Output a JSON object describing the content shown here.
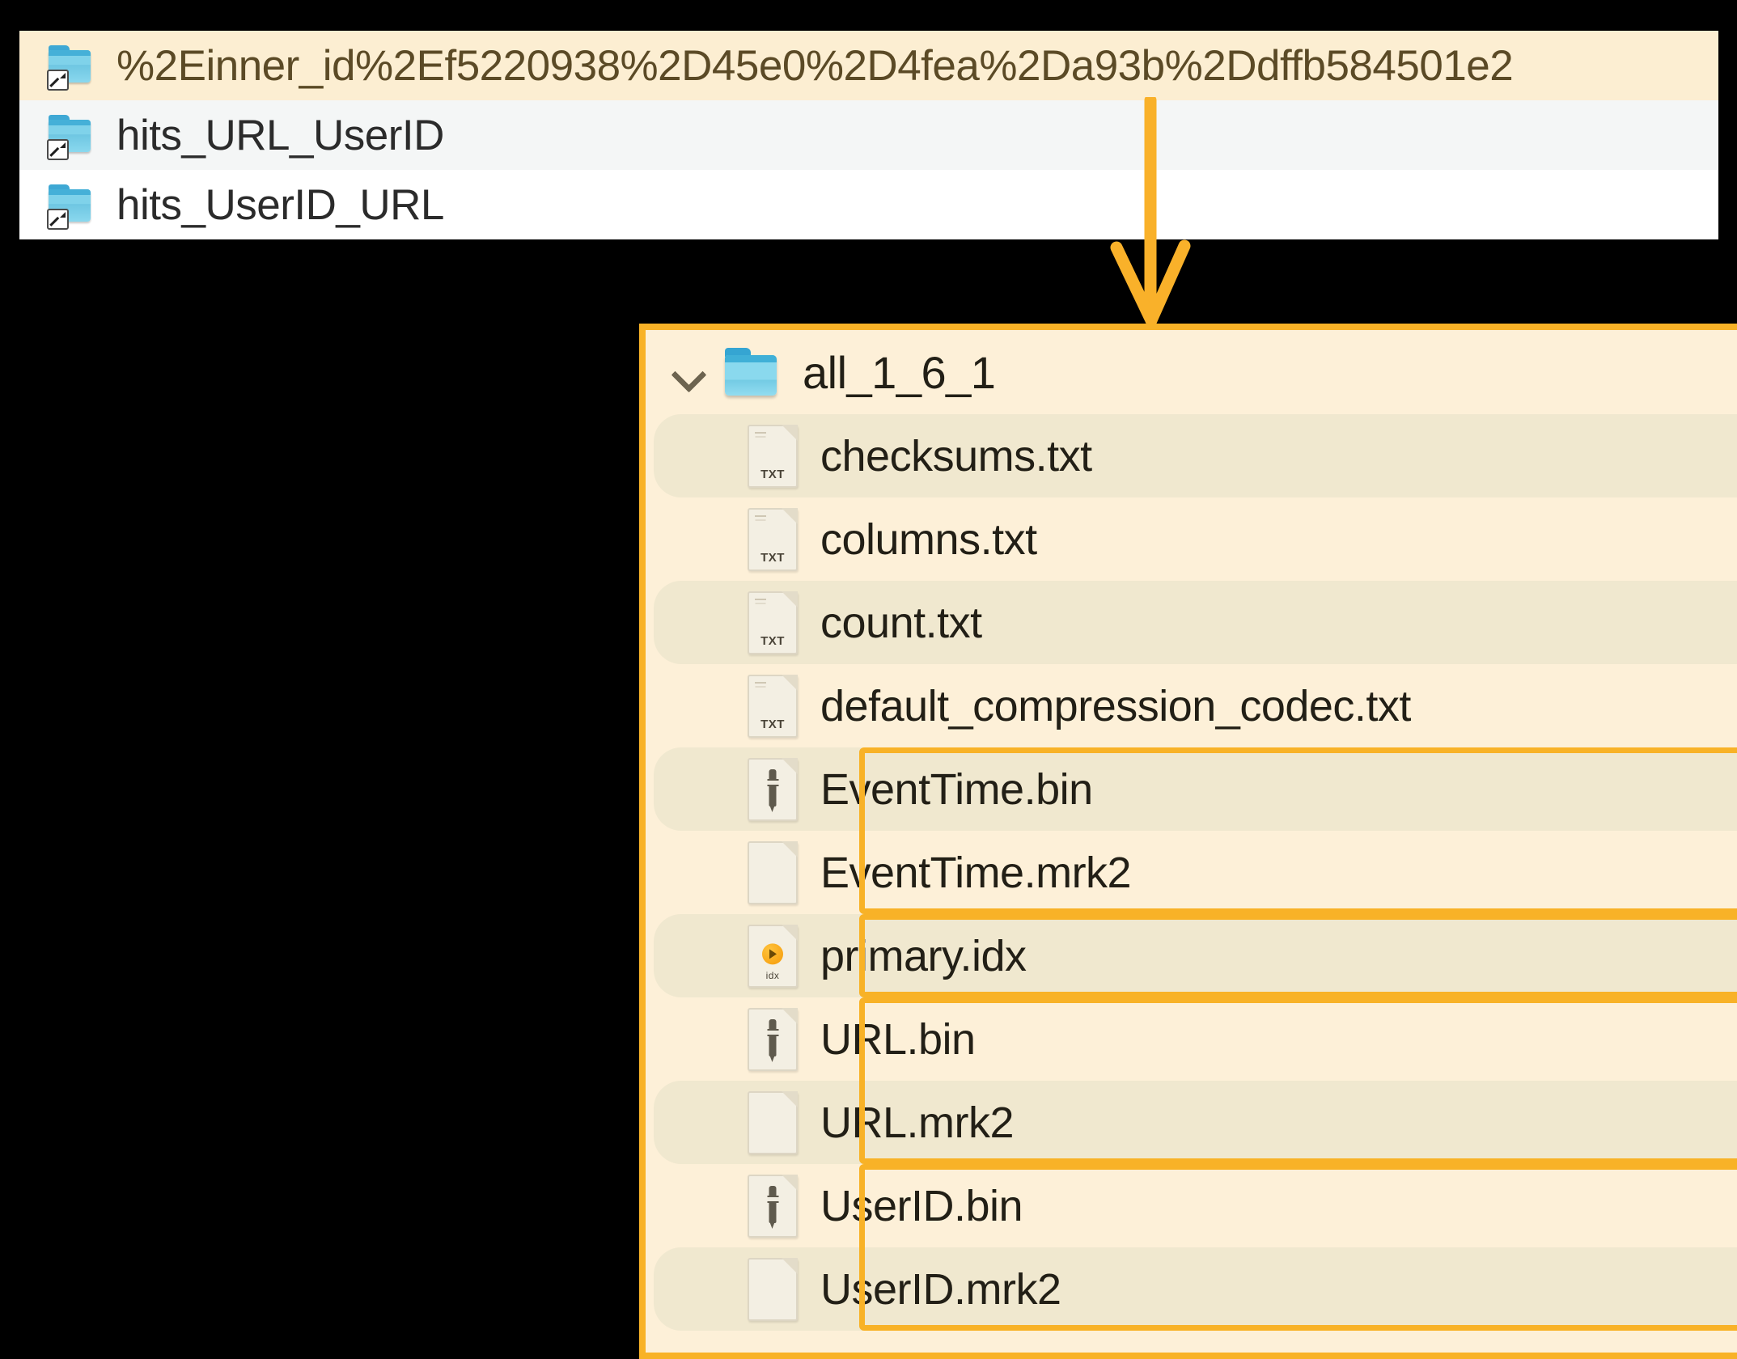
{
  "colors": {
    "highlight_orange": "#f8b227",
    "panel_bg": "#fdf0d8",
    "row_stripe": "#f0e8cf",
    "selected_row": "#fceed2",
    "alt_row": "#f4f6f6",
    "folder_blue": "#7fd2ea",
    "text": "#221f16"
  },
  "top_list": {
    "items": [
      {
        "label": "%2Einner_id%2Ef5220938%2D45e0%2D4fea%2Da93b%2Ddffb584501e2",
        "icon": "folder-shortcut-icon",
        "state": "selected"
      },
      {
        "label": "hits_URL_UserID",
        "icon": "folder-shortcut-icon",
        "state": "alt"
      },
      {
        "label": "hits_UserID_URL",
        "icon": "folder-shortcut-icon",
        "state": "plain"
      }
    ]
  },
  "annotation": {
    "arrow": "down-arrow-annotation"
  },
  "detail_panel": {
    "folder": {
      "name": "all_1_6_1",
      "expanded": true,
      "chevron": "chevron-down-icon",
      "icon": "folder-icon"
    },
    "files": [
      {
        "name": "checksums.txt",
        "icon": "txt-file-icon",
        "ext": "TXT",
        "stripe": true,
        "boxed": false
      },
      {
        "name": "columns.txt",
        "icon": "txt-file-icon",
        "ext": "TXT",
        "stripe": false,
        "boxed": false
      },
      {
        "name": "count.txt",
        "icon": "txt-file-icon",
        "ext": "TXT",
        "stripe": true,
        "boxed": false
      },
      {
        "name": "default_compression_codec.txt",
        "icon": "txt-file-icon",
        "ext": "TXT",
        "stripe": false,
        "boxed": false
      },
      {
        "name": "EventTime.bin",
        "icon": "bin-file-icon",
        "ext": "",
        "stripe": true,
        "boxed": true
      },
      {
        "name": "EventTime.mrk2",
        "icon": "mrk-file-icon",
        "ext": "",
        "stripe": false,
        "boxed": true
      },
      {
        "name": "primary.idx",
        "icon": "idx-file-icon",
        "ext": "idx",
        "stripe": true,
        "boxed": true
      },
      {
        "name": "URL.bin",
        "icon": "bin-file-icon",
        "ext": "",
        "stripe": false,
        "boxed": true
      },
      {
        "name": "URL.mrk2",
        "icon": "mrk-file-icon",
        "ext": "",
        "stripe": true,
        "boxed": true
      },
      {
        "name": "UserID.bin",
        "icon": "bin-file-icon",
        "ext": "",
        "stripe": false,
        "boxed": true
      },
      {
        "name": "UserID.mrk2",
        "icon": "mrk-file-icon",
        "ext": "",
        "stripe": true,
        "boxed": true
      }
    ],
    "highlight_groups": [
      {
        "label": "EventTime-column-group",
        "first_index": 4,
        "last_index": 5
      },
      {
        "label": "primary-index-group",
        "first_index": 6,
        "last_index": 6
      },
      {
        "label": "URL-column-group",
        "first_index": 7,
        "last_index": 8
      },
      {
        "label": "UserID-column-group",
        "first_index": 9,
        "last_index": 10
      }
    ]
  }
}
